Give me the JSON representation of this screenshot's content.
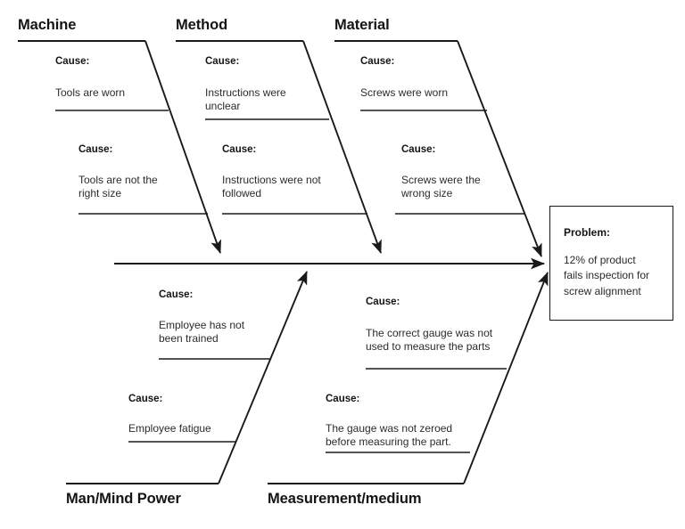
{
  "diagram": {
    "type": "fishbone-ishikawa",
    "cause_header_label": "Cause:",
    "stroke_color": "#1a1a1a",
    "background_color": "#ffffff"
  },
  "categories": {
    "top": [
      {
        "name": "machine",
        "title": "Machine",
        "causes": [
          {
            "header": "Cause:",
            "text": "Tools are worn"
          },
          {
            "header": "Cause:",
            "text": "Tools are not the\nright size"
          }
        ]
      },
      {
        "name": "method",
        "title": "Method",
        "causes": [
          {
            "header": "Cause:",
            "text": "Instructions were\nunclear"
          },
          {
            "header": "Cause:",
            "text": "Instructions were not\nfollowed"
          }
        ]
      },
      {
        "name": "material",
        "title": "Material",
        "causes": [
          {
            "header": "Cause:",
            "text": "Screws were worn"
          },
          {
            "header": "Cause:",
            "text": "Screws were the\nwrong size"
          }
        ]
      }
    ],
    "bottom": [
      {
        "name": "man-mind-power",
        "title": "Man/Mind Power",
        "causes": [
          {
            "header": "Cause:",
            "text": "Employee has not\nbeen trained"
          },
          {
            "header": "Cause:",
            "text": "Employee fatigue"
          }
        ]
      },
      {
        "name": "measurement-medium",
        "title": "Measurement/medium",
        "causes": [
          {
            "header": "Cause:",
            "text": "The correct gauge was not\nused to measure the parts"
          },
          {
            "header": "Cause:",
            "text": "The gauge was not zeroed\nbefore measuring the part."
          }
        ]
      }
    ]
  },
  "problem": {
    "header": "Problem:",
    "text": "12% of product\nfails inspection for\nscrew alignment"
  }
}
